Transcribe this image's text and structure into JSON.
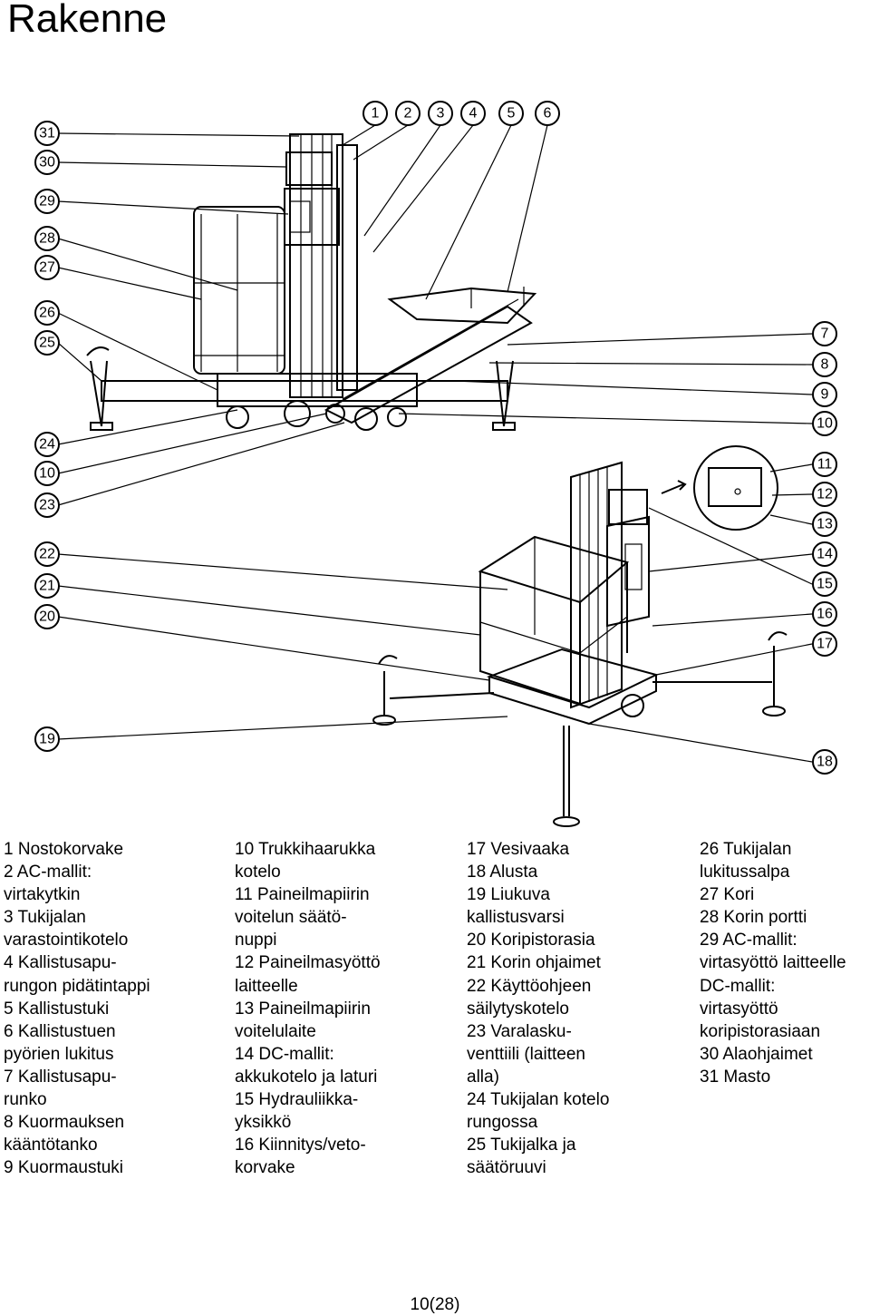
{
  "page_title": "Rakenne",
  "callouts": [
    "31",
    "30",
    "29",
    "28",
    "27",
    "26",
    "25",
    "24",
    "10",
    "23",
    "22",
    "21",
    "20",
    "19",
    "1",
    "2",
    "3",
    "4",
    "5",
    "6",
    "7",
    "8",
    "9",
    "10",
    "11",
    "12",
    "13",
    "14",
    "15",
    "16",
    "17",
    "18"
  ],
  "legend": {
    "col1": [
      "1 Nostokorvake",
      "2 AC-mallit:",
      "virtakytkin",
      "3 Tukijalan",
      "varastointikotelo",
      "4 Kallistusapu-",
      "rungon pidätintappi",
      "5 Kallistustuki",
      "6 Kallistustuen",
      "pyörien lukitus",
      "7 Kallistusapu-",
      "runko",
      "8 Kuormauksen",
      "kääntötanko",
      "9 Kuormaustuki"
    ],
    "col2": [
      "10 Trukkihaarukka",
      "kotelo",
      "11 Paineilmapiirin",
      "voitelun säätö-",
      "nuppi",
      "12 Paineilmasyöttö",
      "laitteelle",
      "13 Paineilmapiirin",
      "voitelulaite",
      "14 DC-mallit:",
      "akkukotelo ja laturi",
      "15 Hydrauliikka-",
      "yksikkö",
      "16 Kiinnitys/veto-",
      "korvake"
    ],
    "col3": [
      "17 Vesivaaka",
      "18 Alusta",
      "19 Liukuva",
      "kallistusvarsi",
      "20 Koripistorasia",
      "21 Korin ohjaimet",
      "22 Käyttöohjeen",
      "säilytyskotelo",
      "23 Varalasku-",
      "venttiili (laitteen",
      "alla)",
      "24 Tukijalan kotelo",
      "rungossa",
      "25 Tukijalka ja",
      "säätöruuvi"
    ],
    "col4": [
      "26 Tukijalan",
      "lukitussalpa",
      "27 Kori",
      "28 Korin portti",
      "29 AC-mallit:",
      "virtasyöttö laitteelle",
      "DC-mallit:",
      "virtasyöttö",
      "koripistorasiaan",
      "30 Alaohjaimet",
      "31 Masto"
    ]
  },
  "page_number": "10(28)"
}
